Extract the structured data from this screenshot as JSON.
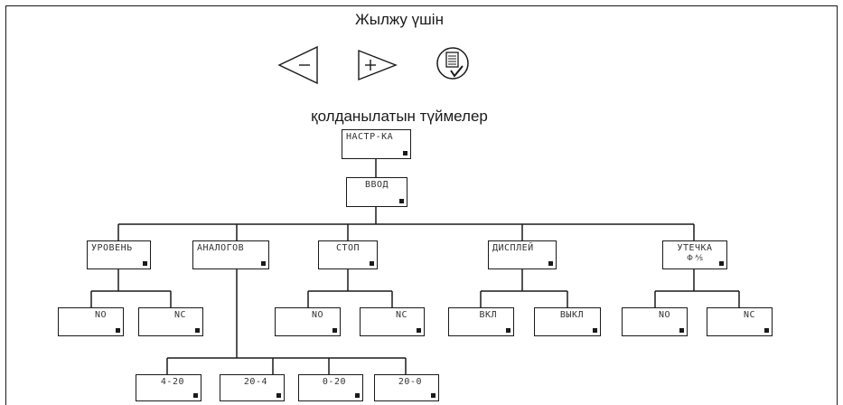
{
  "header": {
    "line1": "Жылжу үшін",
    "line2": "қолданылатын түймелер"
  },
  "buttons": [
    {
      "icon": "minus-arrow-icon",
      "symbol": "−"
    },
    {
      "icon": "plus-arrow-icon",
      "symbol": "+"
    },
    {
      "icon": "menu-confirm-icon"
    }
  ],
  "tree": {
    "root": "НАСТР-КА",
    "input": "ВВОД",
    "level1": {
      "level": "УРОВЕНЬ",
      "analog": "АНАЛОГОВ",
      "stop": "СТОП",
      "display": "ДИСПЛЕЙ",
      "leak": "УТЕЧКА",
      "leak_sub": "Ф ⅍"
    },
    "level_children": {
      "no": "NO",
      "nc": "NC"
    },
    "stop_children": {
      "no": "NO",
      "nc": "NC"
    },
    "display_children": {
      "on": "ВКЛ",
      "off": "ВЫКЛ"
    },
    "leak_children": {
      "no": "NO",
      "nc": "NC"
    },
    "analog_children": {
      "a": "4-20",
      "b": "20-4",
      "c": "0-20",
      "d": "20-0"
    }
  }
}
